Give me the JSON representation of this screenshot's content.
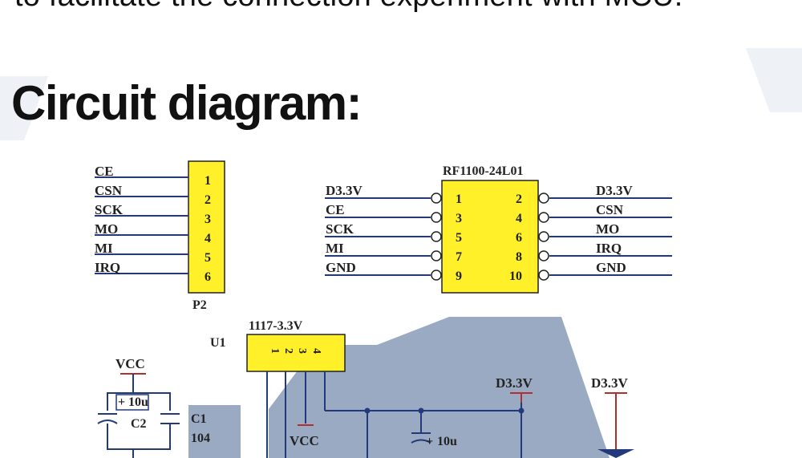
{
  "page": {
    "intro_line": "to facilitate the connection experiment with MCU.",
    "heading": "Circuit diagram:"
  },
  "connector_p2": {
    "ref": "P2",
    "signals": [
      "CE",
      "CSN",
      "SCK",
      "MO",
      "MI",
      "IRQ"
    ],
    "pins": [
      "1",
      "2",
      "3",
      "4",
      "5",
      "6"
    ]
  },
  "module": {
    "part": "RF1100-24L01",
    "left_signals": [
      "D3.3V",
      "CE",
      "SCK",
      "MI",
      "GND"
    ],
    "left_pins": [
      "1",
      "3",
      "5",
      "7",
      "9"
    ],
    "right_pins": [
      "2",
      "4",
      "6",
      "8",
      "10"
    ],
    "right_signals": [
      "D3.3V",
      "CSN",
      "MO",
      "IRQ",
      "GND"
    ]
  },
  "regulator": {
    "ref": "U1",
    "part": "1117-3.3V",
    "pins": [
      "1",
      "2",
      "3",
      "4"
    ]
  },
  "power": {
    "vcc": "VCC",
    "vcc2": "VCC",
    "rail1": "D3.3V",
    "rail2": "D3.3V"
  },
  "capacitors": {
    "c2_value": "10u",
    "c2_ref": "C2",
    "c1_ref": "C1",
    "c1_value": "104",
    "c3_value": "10u",
    "plus": "+"
  },
  "colors": {
    "wire": "#223a7a",
    "body": "#fff02a",
    "power": "#b03030",
    "watermark": "#8a9bb8"
  }
}
